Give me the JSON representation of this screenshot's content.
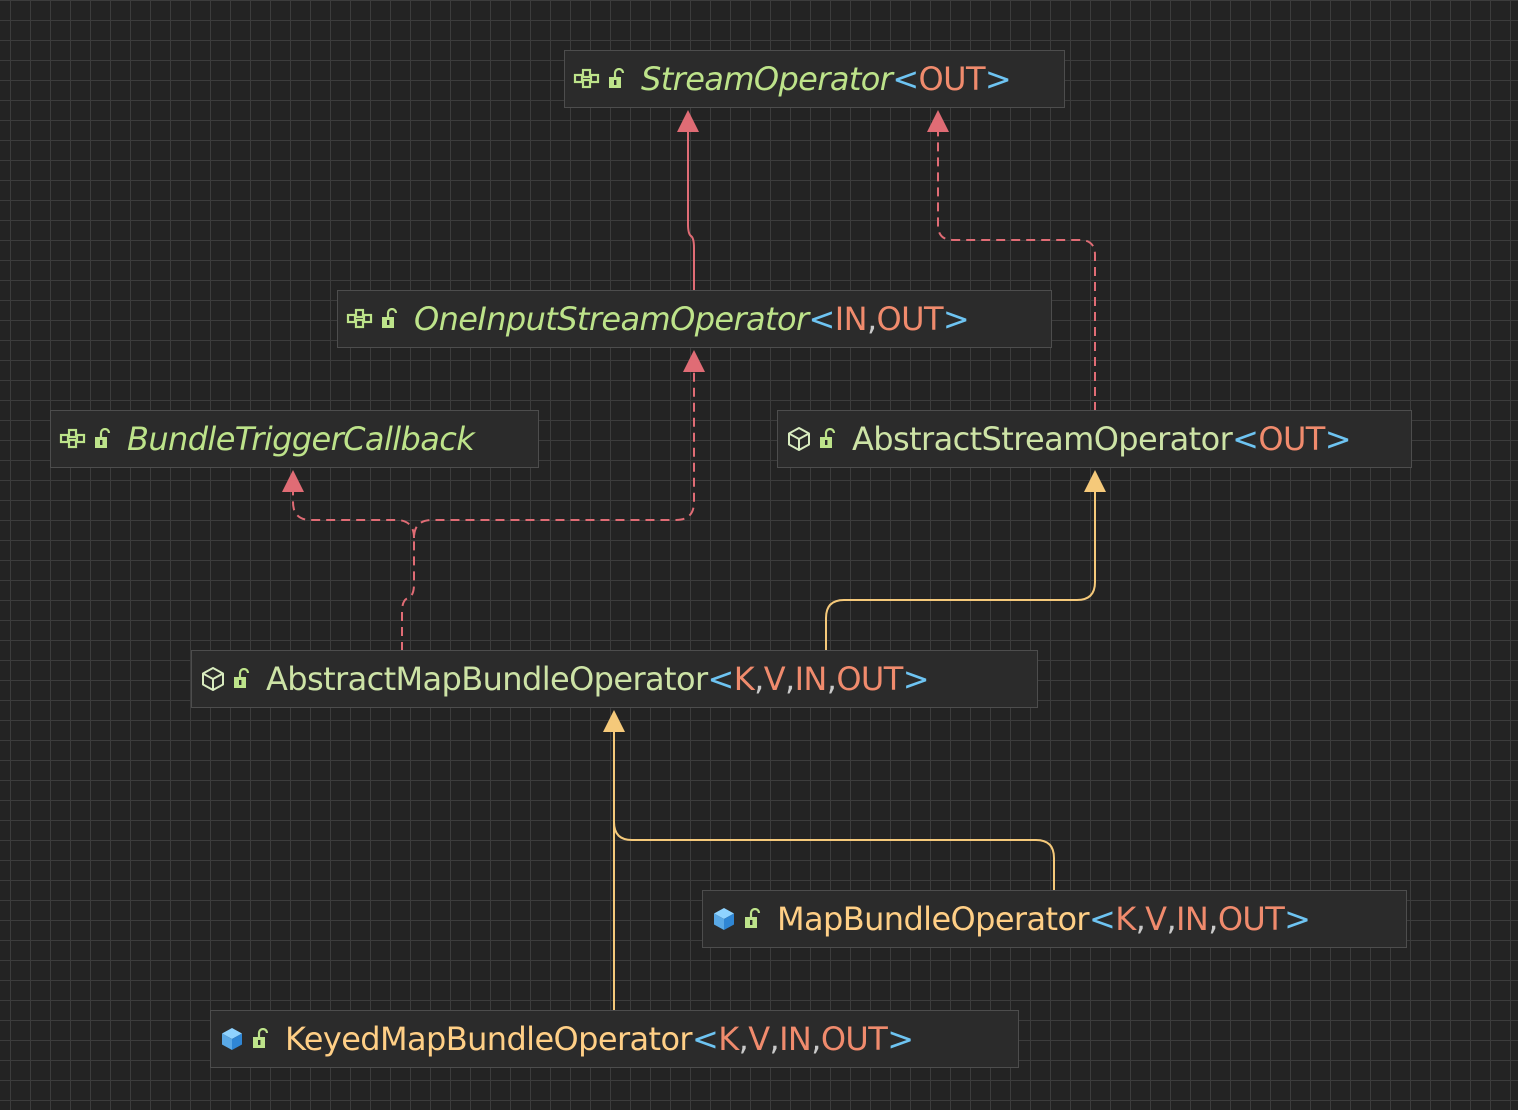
{
  "diagram": {
    "nodes": [
      {
        "id": "stream-operator",
        "kind": "interface",
        "icon": "interface-icon",
        "name": "StreamOperator",
        "type_params": [
          "OUT"
        ]
      },
      {
        "id": "one-input-stream-operator",
        "kind": "interface",
        "icon": "interface-icon",
        "name": "OneInputStreamOperator",
        "type_params": [
          "IN",
          "OUT"
        ]
      },
      {
        "id": "bundle-trigger-callback",
        "kind": "interface",
        "icon": "interface-icon",
        "name": "BundleTriggerCallback",
        "type_params": []
      },
      {
        "id": "abstract-stream-operator",
        "kind": "abstract-class",
        "icon": "abstract-class-icon",
        "name": "AbstractStreamOperator",
        "type_params": [
          "OUT"
        ]
      },
      {
        "id": "abstract-map-bundle-operator",
        "kind": "abstract-class",
        "icon": "abstract-class-icon",
        "name": "AbstractMapBundleOperator",
        "type_params": [
          "K",
          "V",
          "IN",
          "OUT"
        ]
      },
      {
        "id": "map-bundle-operator",
        "kind": "class",
        "icon": "class-icon",
        "name": "MapBundleOperator",
        "type_params": [
          "K",
          "V",
          "IN",
          "OUT"
        ]
      },
      {
        "id": "keyed-map-bundle-operator",
        "kind": "class",
        "icon": "class-icon",
        "name": "KeyedMapBundleOperator",
        "type_params": [
          "K",
          "V",
          "IN",
          "OUT"
        ]
      }
    ],
    "edges": [
      {
        "from": "one-input-stream-operator",
        "to": "stream-operator",
        "relation": "extends",
        "style": "solid",
        "color": "#e06c75"
      },
      {
        "from": "abstract-stream-operator",
        "to": "stream-operator",
        "relation": "implements",
        "style": "dashed",
        "color": "#e06c75"
      },
      {
        "from": "abstract-map-bundle-operator",
        "to": "one-input-stream-operator",
        "relation": "implements",
        "style": "dashed",
        "color": "#e06c75"
      },
      {
        "from": "abstract-map-bundle-operator",
        "to": "bundle-trigger-callback",
        "relation": "implements",
        "style": "dashed",
        "color": "#e06c75"
      },
      {
        "from": "abstract-map-bundle-operator",
        "to": "abstract-stream-operator",
        "relation": "extends",
        "style": "solid",
        "color": "#f5c97a"
      },
      {
        "from": "map-bundle-operator",
        "to": "abstract-map-bundle-operator",
        "relation": "extends",
        "style": "solid",
        "color": "#f5c97a"
      },
      {
        "from": "keyed-map-bundle-operator",
        "to": "abstract-map-bundle-operator",
        "relation": "extends",
        "style": "solid",
        "color": "#f5c97a"
      }
    ],
    "colors": {
      "interface_name": "#bde38a",
      "abstract_name": "#cde3a6",
      "class_name": "#ffcf86",
      "type_param": "#f08b6d",
      "angle_bracket": "#6ec4f2",
      "implements_edge": "#e06c75",
      "extends_edge": "#f5c97a"
    }
  }
}
